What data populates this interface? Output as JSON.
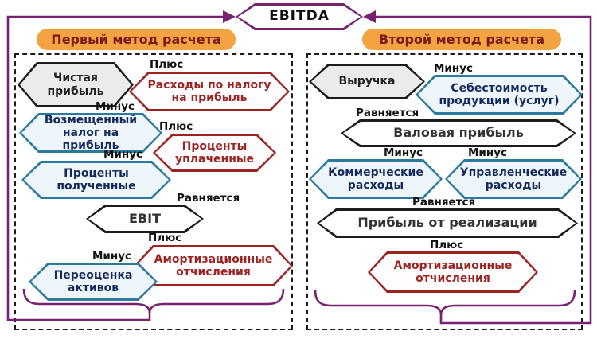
{
  "title": "EBITDA",
  "methods": {
    "left_header": "Первый метод расчета",
    "right_header": "Второй метод расчета"
  },
  "left": {
    "net_profit": {
      "label": "Чистая прибыль"
    },
    "tax_expense": {
      "op": "Плюс",
      "label": "Расходы по налогу на прибыль"
    },
    "tax_refund": {
      "op": "Минус",
      "label": "Возмещенный налог на прибыль"
    },
    "interest_paid": {
      "op": "Плюс",
      "label": "Проценты уплаченные"
    },
    "interest_received": {
      "op": "Минус",
      "label": "Проценты полученные"
    },
    "ebit": {
      "op": "Равняется",
      "label": "EBIT"
    },
    "depreciation": {
      "op": "Плюс",
      "label": "Амортизационные отчисления"
    },
    "revaluation": {
      "op": "Минус",
      "label": "Переоценка активов"
    }
  },
  "right": {
    "revenue": {
      "label": "Выручка"
    },
    "cogs": {
      "op": "Минус",
      "label": "Себестоимость продукции (услуг)"
    },
    "gross_profit": {
      "op": "Равняется",
      "label": "Валовая прибыль"
    },
    "commercial": {
      "op": "Минус",
      "label": "Коммерческие расходы"
    },
    "administrative": {
      "op": "Минус",
      "label": "Управленческие расходы"
    },
    "sales_profit": {
      "op": "Равняется",
      "label": "Прибыль от реализации"
    },
    "depreciation": {
      "op": "Плюс",
      "label": "Амортизационные отчисления"
    }
  },
  "colors": {
    "purple_accent": "#77216f",
    "orange_header": "#f4a342",
    "header_text": "#7a1b1b",
    "red_node": "#9b2423",
    "blue_node": "#2b7a9c",
    "blue_node_text": "#16295c",
    "blue_node_fill": "#eef6fb",
    "grey_node_fill": "#ebebeb",
    "black_node": "#1c1c1c"
  }
}
